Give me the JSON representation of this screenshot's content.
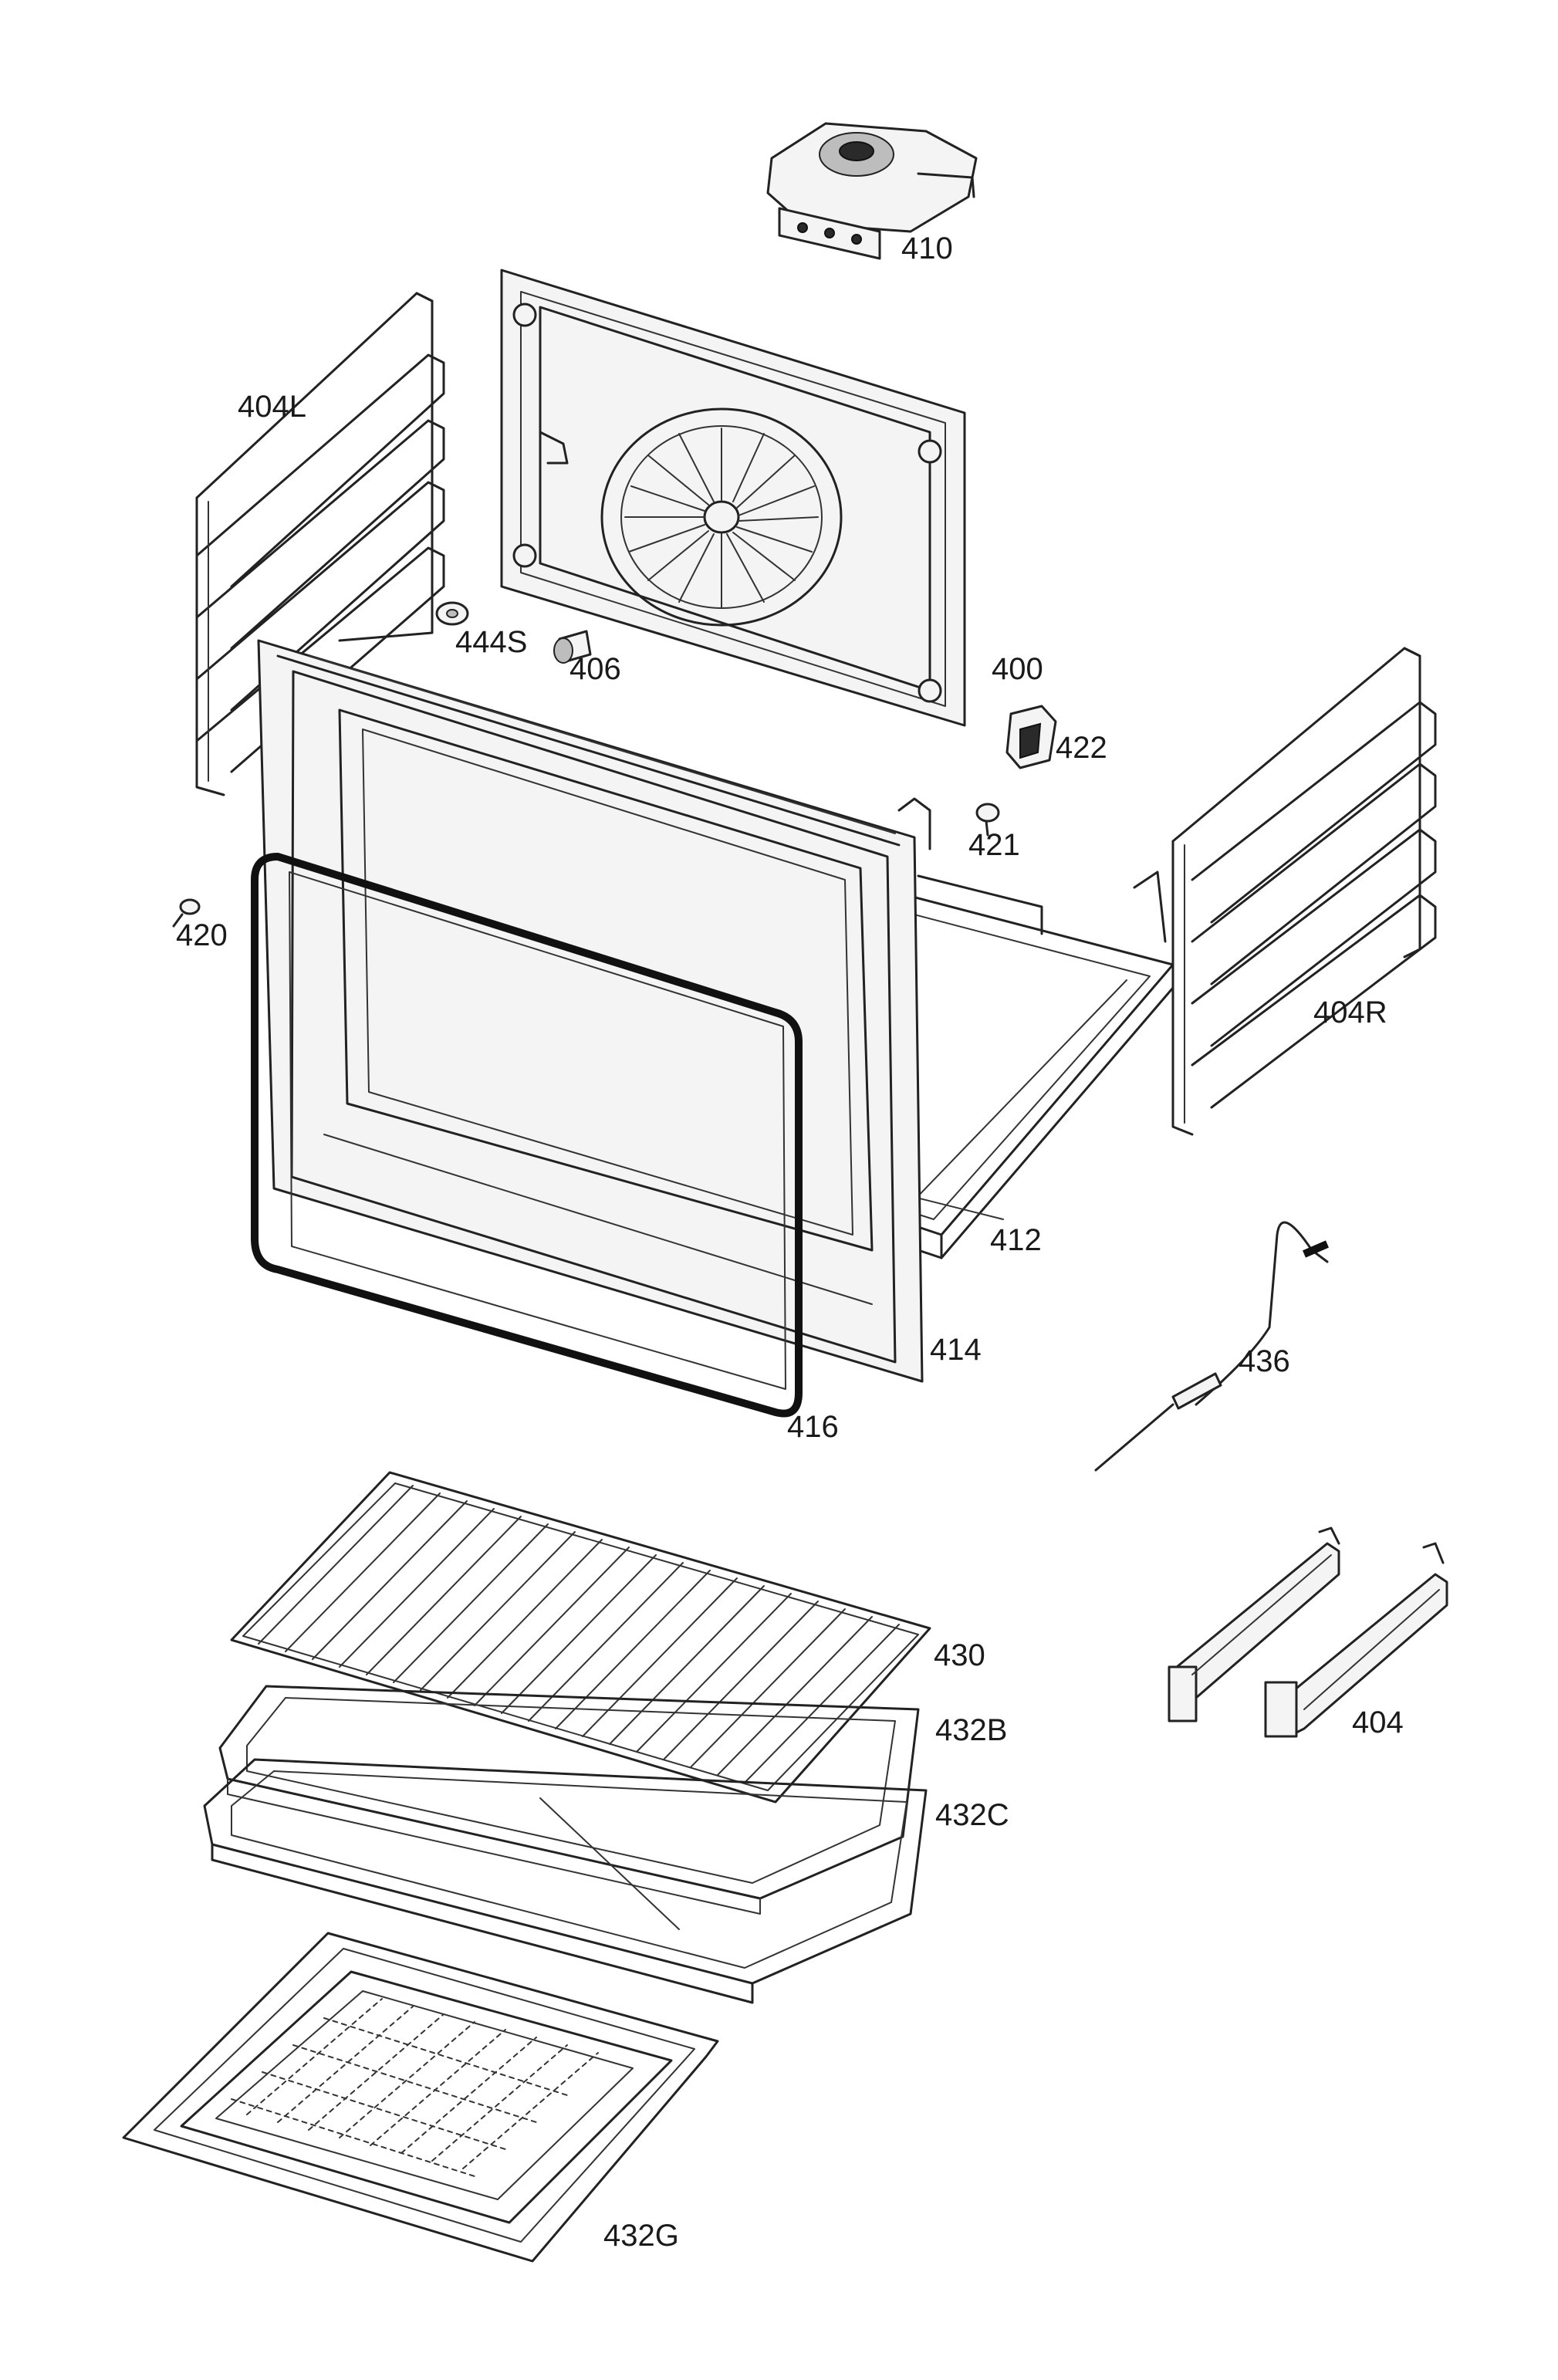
{
  "labels": {
    "p410": "410",
    "p404L": "404L",
    "p444S": "444S",
    "p406": "406",
    "p400": "400",
    "p422": "422",
    "p421": "421",
    "p420": "420",
    "p404R": "404R",
    "p412": "412",
    "p414": "414",
    "p416": "416",
    "p436": "436",
    "p430": "430",
    "p432B": "432B",
    "p432C": "432C",
    "p404": "404",
    "p432G": "432G"
  }
}
